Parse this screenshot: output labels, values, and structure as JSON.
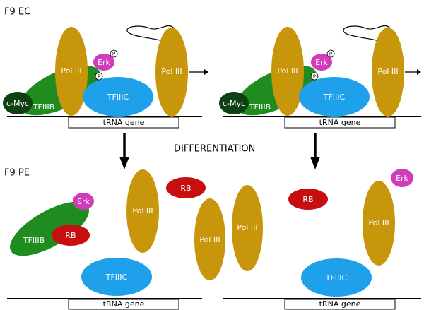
{
  "labels": {
    "f9ec": "F9 EC",
    "f9pe": "F9 PE",
    "differentiation": "DIFFERENTIATION",
    "trna_gene": "tRNA gene",
    "pol3": "Pol III",
    "tfiiic": "TFIIIC",
    "tfiiib": "TFIIIB",
    "cmyc": "c-Myc",
    "erk": "Erk",
    "rb": "RB",
    "phospho": "P"
  },
  "colors": {
    "pol3": "#c8960a",
    "tfiiic": "#1ea0ea",
    "tfiiib": "#1e8c1e",
    "cmyc": "#0f4014",
    "erk": "#d23cbc",
    "rb": "#c80f0f",
    "line": "#000000"
  }
}
